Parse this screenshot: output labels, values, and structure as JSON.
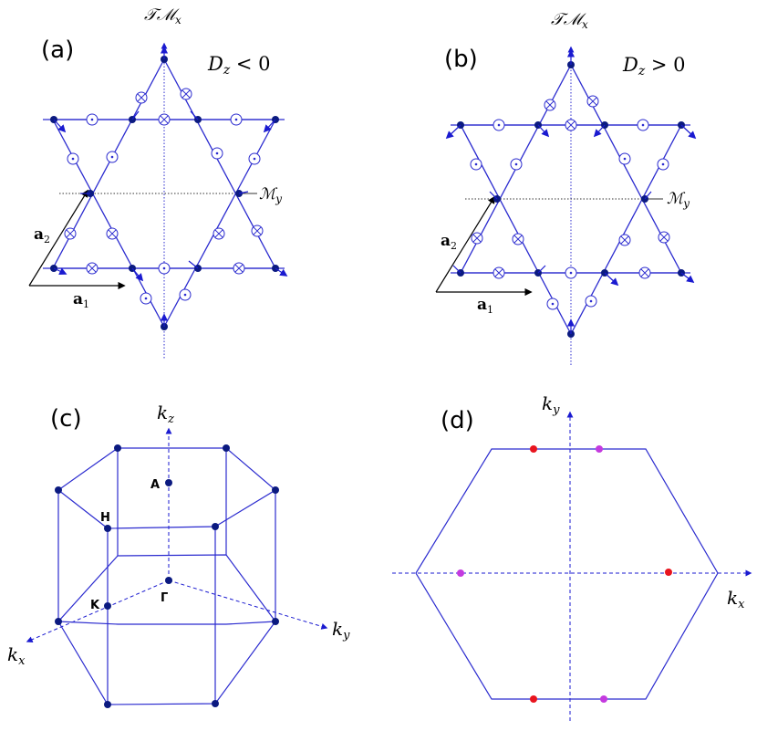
{
  "panels": {
    "a": {
      "label": "(a)",
      "condition": "D_z < 0",
      "tm_axis": "TM_x",
      "m_axis": "M_y",
      "vec_a1": "a1",
      "vec_a2": "a2"
    },
    "b": {
      "label": "(b)",
      "condition": "D_z > 0",
      "tm_axis": "TM_x",
      "m_axis": "M_y",
      "vec_a1": "a1",
      "vec_a2": "a2"
    },
    "c": {
      "label": "(c)",
      "axis_kz": "k_z",
      "axis_kx": "k_x",
      "axis_ky": "k_y",
      "point_A": "A",
      "point_H": "H",
      "point_K": "K",
      "point_Gamma": "Γ"
    },
    "d": {
      "label": "(d)",
      "axis_ky": "k_y",
      "axis_kx": "k_x"
    }
  },
  "colors": {
    "line": "#2b2bcf",
    "node": "#0b1a80",
    "red_point": "#e8141e",
    "magenta_point": "#c43adf"
  }
}
